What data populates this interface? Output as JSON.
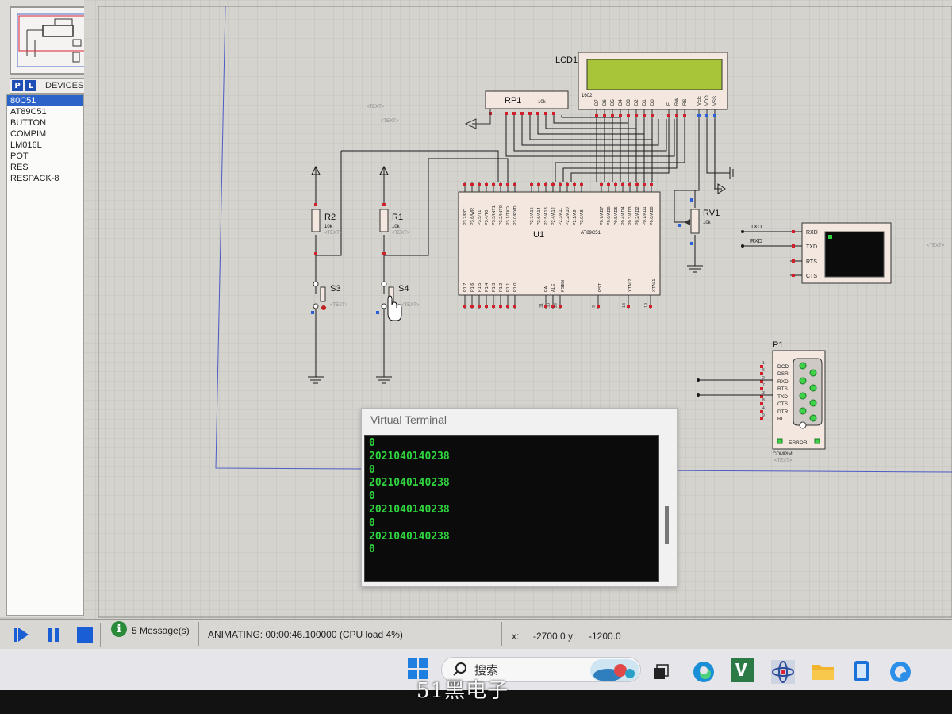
{
  "devices": {
    "header": "DEVICES",
    "p_label": "P",
    "l_label": "L",
    "items": [
      "80C51",
      "AT89C51",
      "BUTTON",
      "COMPIM",
      "LM016L",
      "POT",
      "RES",
      "RESPACK-8"
    ]
  },
  "schematic": {
    "lcd": {
      "name": "LCD1",
      "part": "1602",
      "pins": [
        "D7",
        "D6",
        "D5",
        "D4",
        "D3",
        "D2",
        "D1",
        "D0",
        "E",
        "RW",
        "RS",
        "VEE",
        "VDD",
        "VSS"
      ]
    },
    "rp1": {
      "name": "RP1",
      "value": "10k"
    },
    "mcu": {
      "name": "U1",
      "part": "AT89C51",
      "p3_pins": [
        "P3.7/RD",
        "P3.6/WR",
        "P3.5/T1",
        "P3.4/T0",
        "P3.3/INT1",
        "P3.2/INT0",
        "P3.1/TXD",
        "P3.0/RXD"
      ],
      "p2_pins": [
        "P2.7/A15",
        "P2.6/A14",
        "P2.5/A13",
        "P2.4/A12",
        "P2.3/A11",
        "P2.2/A10",
        "P2.1/A9",
        "P2.0/A8"
      ],
      "p0_pins": [
        "P0.7/AD7",
        "P0.6/AD6",
        "P0.5/AD5",
        "P0.4/AD4",
        "P0.3/AD3",
        "P0.2/AD2",
        "P0.1/AD1",
        "P0.0/AD0"
      ],
      "p1_pins": [
        "P1.7",
        "P1.6",
        "P1.5",
        "P1.4",
        "P1.3",
        "P1.2",
        "P1.1",
        "P1.0"
      ],
      "ctrl_pins": [
        "EA",
        "ALE",
        "PSEN"
      ],
      "rst": "RST",
      "xtal2": "XTAL2",
      "xtal1": "XTAL1",
      "pin_numbers": [
        "31",
        "30",
        "29",
        "9",
        "18",
        "19"
      ]
    },
    "r2": {
      "name": "R2",
      "value": "10k",
      "text": "<TEXT>"
    },
    "r1": {
      "name": "R1",
      "value": "10k",
      "text": "<TEXT>"
    },
    "s3": {
      "name": "S3",
      "text": "<TEXT>"
    },
    "s4": {
      "name": "S4",
      "text": "<TEXT>"
    },
    "rv1": {
      "name": "RV1",
      "value": "10k"
    },
    "text_placeholder": "<TEXT>",
    "vterm_pins": [
      "RXD",
      "TXD",
      "RTS",
      "CTS"
    ],
    "net_labels": [
      "TXD",
      "RXD"
    ],
    "p1": {
      "name": "P1",
      "part": "COMPIM",
      "pins": [
        "DCD",
        "DSR",
        "RXD",
        "RTS",
        "TXD",
        "CTS",
        "DTR",
        "RI"
      ],
      "pin_numbers": [
        "1",
        "6",
        "2",
        "7",
        "3",
        "8",
        "4",
        "9"
      ],
      "error": "ERROR"
    }
  },
  "terminal": {
    "title": "Virtual Terminal",
    "lines": [
      "0",
      "2021040140238",
      "0",
      "2021040140238",
      "0",
      "2021040140238",
      "0",
      "2021040140238",
      "0"
    ]
  },
  "status": {
    "messages": "5 Message(s)",
    "animating": "ANIMATING: 00:00:46.100000 (CPU load 4%)",
    "x_label": "x:",
    "x_value": "-2700.0",
    "y_label": "y:",
    "y_value": "-1200.0"
  },
  "taskbar": {
    "search_text": "搜索"
  },
  "watermark": "51黑电子"
}
